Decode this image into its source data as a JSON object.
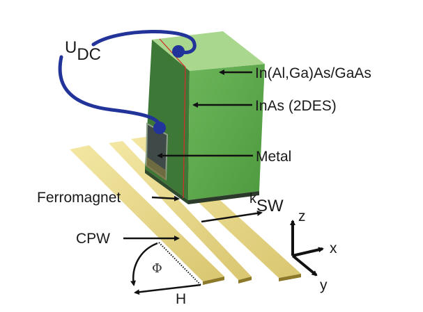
{
  "labels": {
    "voltage_main": "U",
    "voltage_sub": "DC",
    "barrier": "In(Al,Ga)As/GaAs",
    "twodes": "InAs (2DES)",
    "metal": "Metal",
    "ferromagnet": "Ferromagnet",
    "kvec_main": "k",
    "kvec_sub": "SW",
    "cpw": "CPW",
    "phi": "Φ",
    "field": "H",
    "axis_z": "z",
    "axis_x": "x",
    "axis_y": "y"
  },
  "colors": {
    "wire": "#22349a",
    "cube_front": "#3f7a3a",
    "cube_side": "#5da54c",
    "cube_top": "#a8d58c",
    "twodes_line": "#d0302a",
    "metal": "#3f4a48",
    "strip": "#e8d98a",
    "strip_edge": "#8c7a2a",
    "arrow": "#111111"
  }
}
